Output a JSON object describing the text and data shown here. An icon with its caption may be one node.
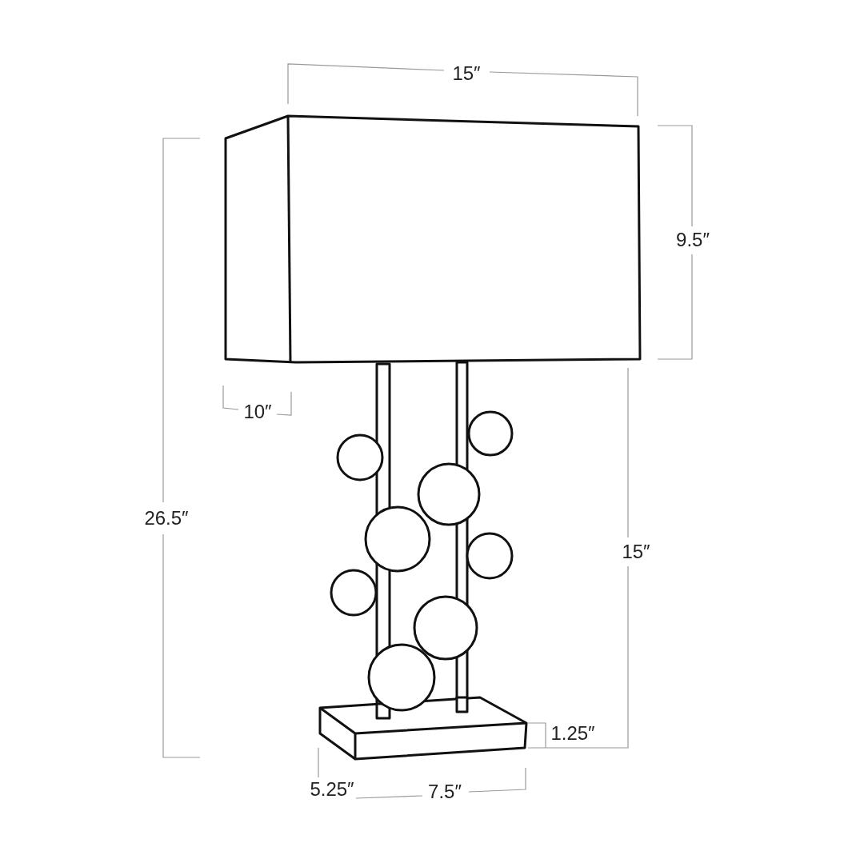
{
  "diagram": {
    "labels": [
      "15″",
      "9.5″",
      "10″",
      "26.5″",
      "15″",
      "1.25″",
      "5.25″",
      "7.5″"
    ]
  }
}
